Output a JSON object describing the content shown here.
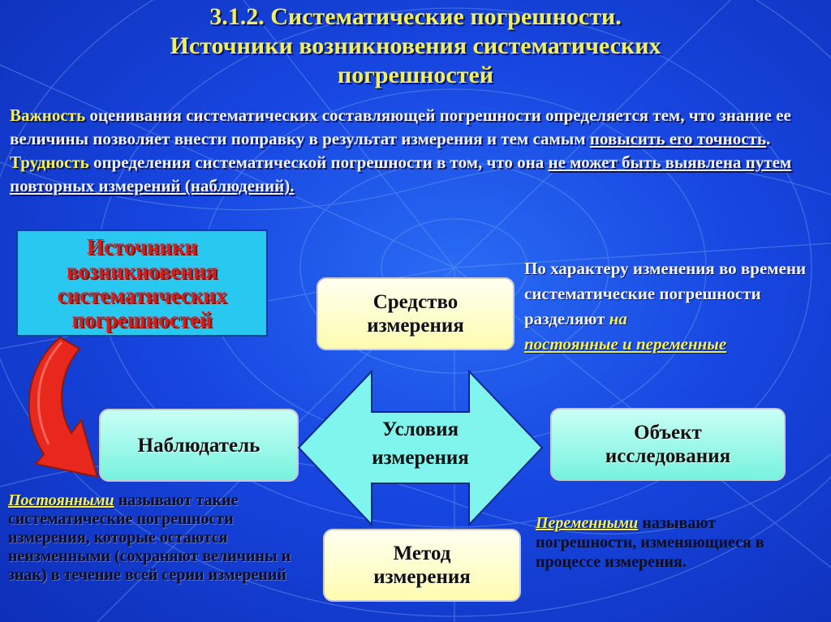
{
  "title": {
    "line1": "3.1.2. Систематические погрешности.",
    "line2": "Источники возникновения систематических",
    "line3": "погрешностей"
  },
  "intro": {
    "kw1": "Важность",
    "t1": " оценивания систематических составляющей погрешности определяется тем, что знание ее величины позволяет внести поправку в результат измерения и тем самым ",
    "u1": "повысить его точность",
    "t2": ". ",
    "kw2": "Трудность",
    "t3": " определения систематической погрешности в том, что она ",
    "u2": "не может быть выявлена путем повторных измерений (наблюдений).",
    "t4": ""
  },
  "sources_box": {
    "line1": "Источники",
    "line2": "возникновения",
    "line3": "систематических",
    "line4": "погрешностей"
  },
  "boxes": {
    "means": {
      "line1": "Средство",
      "line2": "измерения"
    },
    "observer": "Наблюдатель",
    "object": {
      "line1": "Объект",
      "line2": "исследования"
    },
    "method": {
      "line1": "Метод",
      "line2": "измерения"
    },
    "conditions": {
      "line1": "Условия",
      "line2": "измерения"
    }
  },
  "note_right": {
    "t1": "По характеру изменения во времени систематические погрешности разделяют ",
    "kw1": "на",
    "u1": "постоянные и переменные"
  },
  "note_const": {
    "kw": "Постоянными",
    "t": " называют такие систематические погрешности измерения, которые остаются неизменными (сохраняют величины и знак) в течение всей серии измерений"
  },
  "note_var": {
    "kw": "Переменными",
    "t": " называют погрешности, изменяющиеся в процессе измерения."
  },
  "colors": {
    "background": "#1746e0",
    "title": "#f2f05a",
    "sources_box": "#28c8f0",
    "sources_text": "#d41e1e",
    "yellow_box": "#fdfcb0",
    "mint_box": "#78f2df",
    "arrow": "#7ff5ee",
    "red_arrow": "#e8281c"
  }
}
